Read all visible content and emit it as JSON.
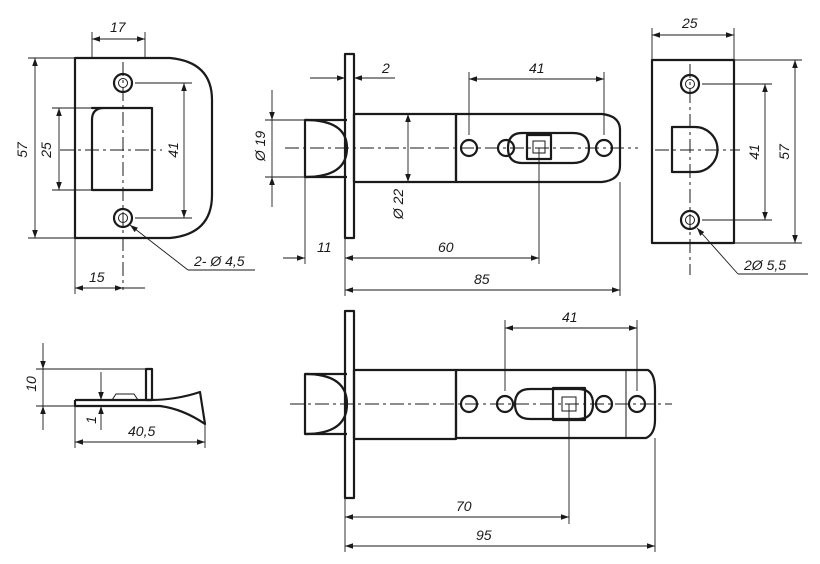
{
  "dimensions": {
    "strike1_width": "17",
    "strike1_height": "57",
    "strike1_opening": "25",
    "strike1_hole_spacing": "41",
    "strike1_offset": "15",
    "strike1_holes": "2- Ø 4,5",
    "plate_thickness": "2",
    "latch_width_top": "41",
    "bolt_diameter": "Ø 19",
    "body_diameter": "Ø 22",
    "bolt_projection": "11",
    "backset_60": "60",
    "length_85": "85",
    "strike2_width": "25",
    "strike2_hole_spacing": "41",
    "strike2_height": "57",
    "strike2_holes": "2Ø 5,5",
    "side_height": "10",
    "side_thickness": "1",
    "side_length": "40,5",
    "latch_width_bottom": "41",
    "backset_70": "70",
    "length_95": "95"
  }
}
